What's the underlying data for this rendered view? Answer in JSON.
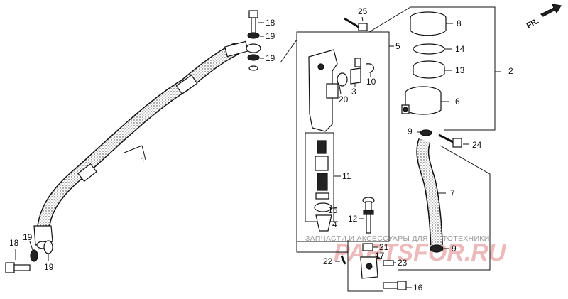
{
  "labels": {
    "l1": "1",
    "l2": "2",
    "l3": "3",
    "l4": "4",
    "l5": "5",
    "l6": "6",
    "l7": "7",
    "l8": "8",
    "l9a": "9",
    "l9b": "9",
    "l10": "10",
    "l11": "11",
    "l12": "12",
    "l13": "13",
    "l14": "14",
    "l15": "15",
    "l16": "16",
    "l17": "17",
    "l18a": "18",
    "l18b": "18",
    "l19a": "19",
    "l19b": "19",
    "l19c": "19",
    "l19d": "19",
    "l20": "20",
    "l21": "21",
    "l22": "22",
    "l23": "23",
    "l24": "24",
    "l25": "25"
  },
  "direction_badge": "FR.",
  "watermark": {
    "caption": "ЗАПЧАСТИ И АКСЕССУАРЫ ДЛЯ МОТОТЕХНИКИ",
    "logo": "PARTSFOR.RU"
  }
}
